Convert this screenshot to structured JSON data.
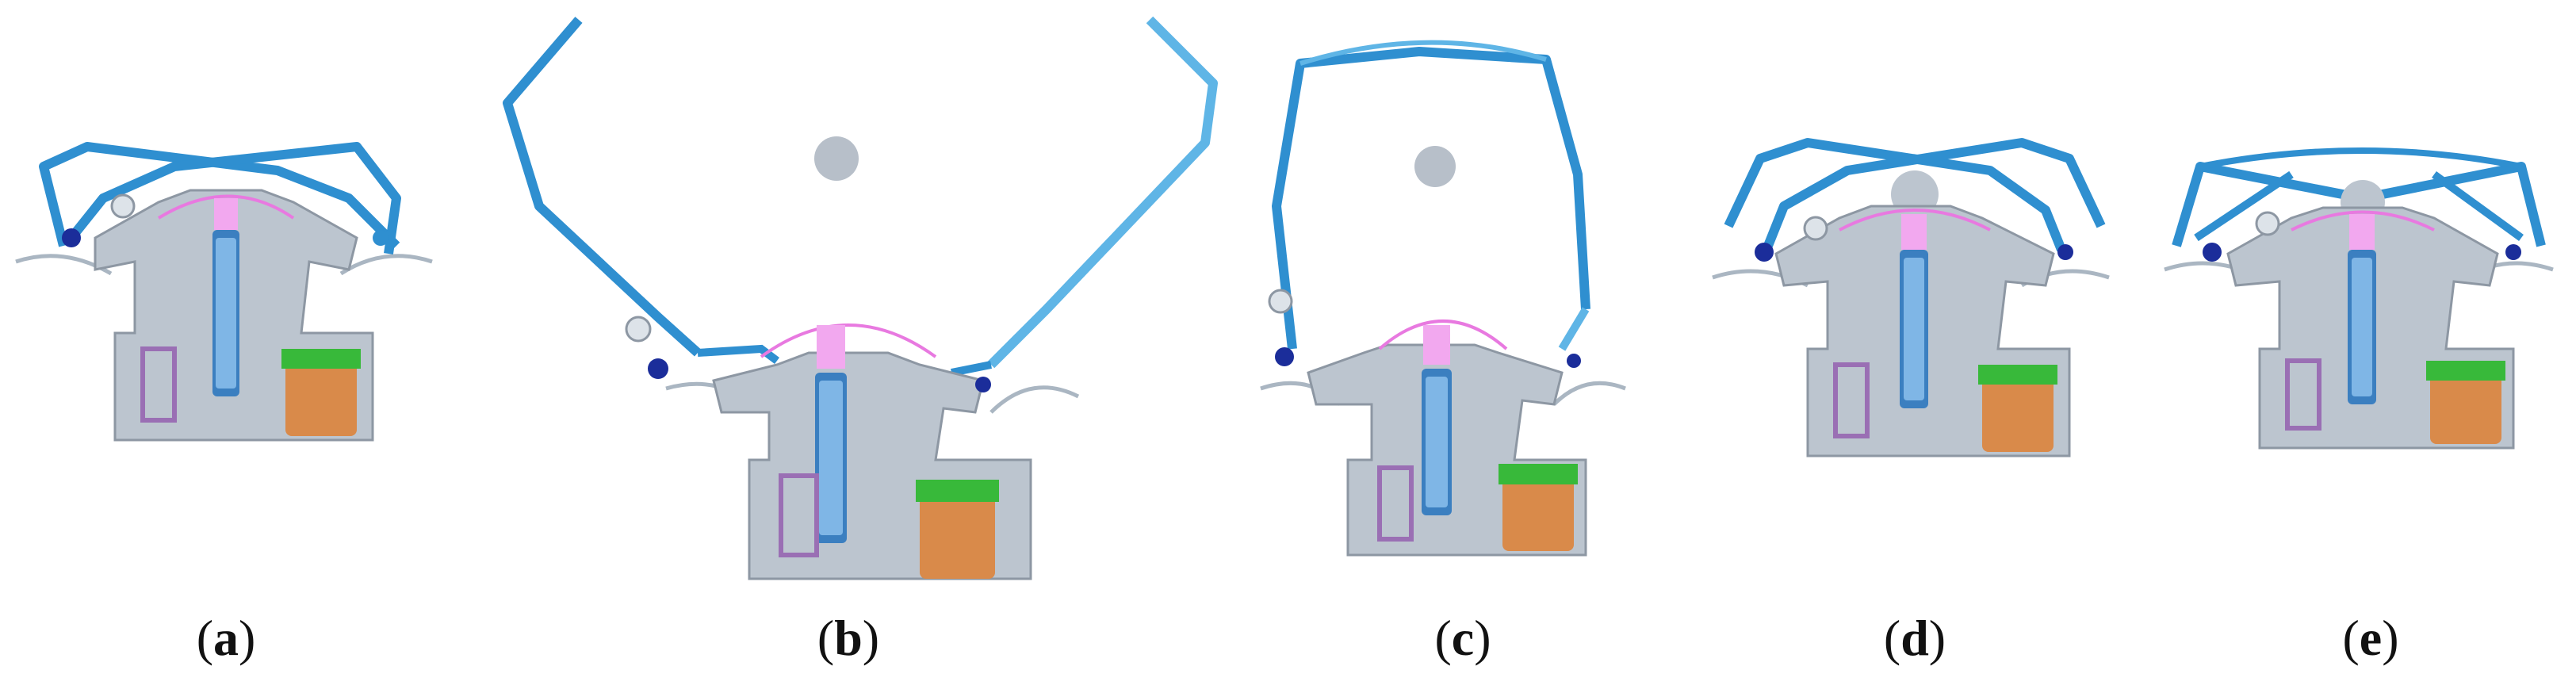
{
  "figure": {
    "panels": [
      {
        "id": "a",
        "label_open": "(",
        "letter": "a",
        "label_close": ")",
        "pose": "folded"
      },
      {
        "id": "b",
        "label_open": "(",
        "letter": "b",
        "label_close": ")",
        "pose": "open"
      },
      {
        "id": "c",
        "label_open": "(",
        "letter": "c",
        "label_close": ")",
        "pose": "closed-upright"
      },
      {
        "id": "d",
        "label_open": "(",
        "letter": "d",
        "label_close": ")",
        "pose": "crossed"
      },
      {
        "id": "e",
        "label_open": "(",
        "letter": "e",
        "label_close": ")",
        "pose": "crossed-flat"
      }
    ]
  },
  "colors": {
    "frame_blue": "#2f8fd0",
    "frame_light_blue": "#5fb5e6",
    "frame_dark": "#1f6fa8",
    "body_gray": "#bcc5cf",
    "body_edge": "#8d97a3",
    "spring_blue": "#3b7fc0",
    "pink": "#e879e0",
    "magenta_cap": "#f2a8ef",
    "motor_orange": "#d98a4a",
    "motor_green": "#38b93a",
    "purple": "#9a6fb4",
    "knob_navy": "#1b2d9a",
    "dot_gray": "#b7bfc9"
  }
}
